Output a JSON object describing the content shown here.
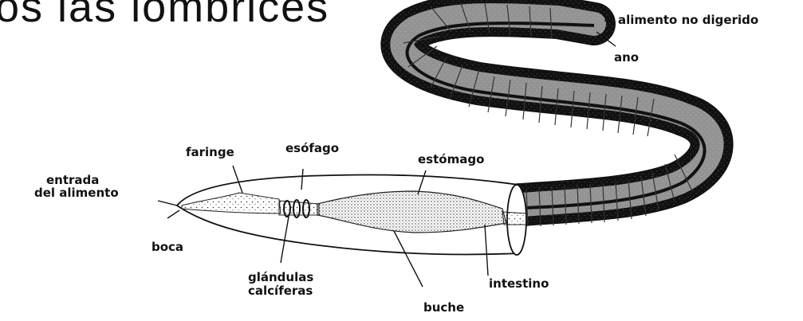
{
  "header": {
    "title_fragment": "os las lombrices"
  },
  "labels": {
    "alimento_no_digerido": "alimento no digerido",
    "ano": "ano",
    "faringe": "faringe",
    "esofago": "esófago",
    "estomago": "estómago",
    "entrada_line1": "entrada",
    "entrada_line2": "del alimento",
    "boca": "boca",
    "glandulas_line1": "glándulas",
    "glandulas_line2": "calcíferas",
    "intestino": "intestino",
    "buche": "buche"
  }
}
